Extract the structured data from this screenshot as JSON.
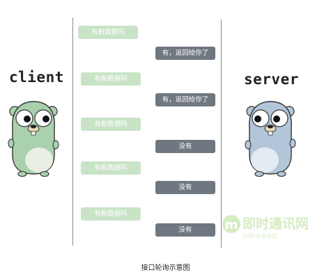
{
  "labels": {
    "client": "client",
    "server": "server"
  },
  "messages": [
    {
      "kind": "request",
      "text": "有新数据吗"
    },
    {
      "kind": "response",
      "text": "有，返回给你了"
    },
    {
      "kind": "request",
      "text": "有新数据吗"
    },
    {
      "kind": "response",
      "text": "有，返回给你了"
    },
    {
      "kind": "request",
      "text": "有新数据吗"
    },
    {
      "kind": "response",
      "text": "没有"
    },
    {
      "kind": "request",
      "text": "有新数据吗"
    },
    {
      "kind": "response",
      "text": "没有"
    },
    {
      "kind": "request",
      "text": "有新数据吗"
    },
    {
      "kind": "response",
      "text": "没有"
    }
  ],
  "caption": "接口轮询示意图",
  "watermark": {
    "title": "即时通讯网",
    "subtitle": "IM开发者社区"
  },
  "colors": {
    "request": "#c9e3c7",
    "response": "#6f7780",
    "client_gopher": "#a9d1ad",
    "server_gopher": "#b3c6d9",
    "lifeline": "#8a8a8a"
  }
}
